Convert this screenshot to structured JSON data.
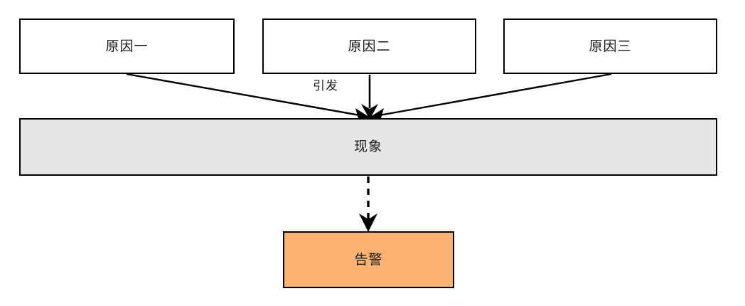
{
  "diagram": {
    "title": "",
    "colors": {
      "node_border": "#000000",
      "cause_fill": "#ffffff",
      "phenomenon_fill": "#e6e6e6",
      "alarm_fill": "#fcb273",
      "edge_stroke": "#000000",
      "text": "#1a1a1a"
    },
    "causes": [
      {
        "id": "cause-1",
        "label": "原因一"
      },
      {
        "id": "cause-2",
        "label": "原因二"
      },
      {
        "id": "cause-3",
        "label": "原因三"
      }
    ],
    "phenomenon": {
      "id": "phenomenon",
      "label": "现象"
    },
    "alarm": {
      "id": "alarm",
      "label": "告警"
    },
    "edges": [
      {
        "id": "edge-cause1-phenomenon",
        "from": "cause-1",
        "to": "phenomenon",
        "style": "solid",
        "arrow": "filled",
        "label": ""
      },
      {
        "id": "edge-cause2-phenomenon",
        "from": "cause-2",
        "to": "phenomenon",
        "style": "solid",
        "arrow": "filled",
        "label": "引发"
      },
      {
        "id": "edge-cause3-phenomenon",
        "from": "cause-3",
        "to": "phenomenon",
        "style": "solid",
        "arrow": "filled",
        "label": ""
      },
      {
        "id": "edge-phenomenon-alarm",
        "from": "phenomenon",
        "to": "alarm",
        "style": "dashed",
        "arrow": "filled",
        "label": ""
      }
    ]
  }
}
